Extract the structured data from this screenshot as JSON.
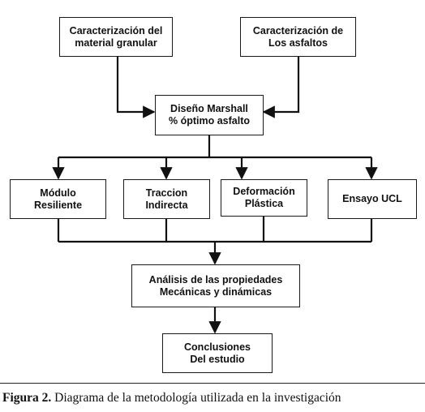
{
  "diagram": {
    "nodes": [
      {
        "id": "caract-material",
        "text": "Caracterización del\nmaterial granular"
      },
      {
        "id": "caract-asfaltos",
        "text": "Caracterización de\nLos asfaltos"
      },
      {
        "id": "diseno-marshall",
        "text": "Diseño Marshall\n% óptimo asfalto"
      },
      {
        "id": "modulo-resiliente",
        "text": "Módulo\nResiliente"
      },
      {
        "id": "traccion-indirecta",
        "text": "Traccion\nIndirecta"
      },
      {
        "id": "deformacion-plastica",
        "text": "Deformación\nPlástica"
      },
      {
        "id": "ensayo-ucl",
        "text": "Ensayo UCL"
      },
      {
        "id": "analisis-propiedades",
        "text": "Análisis de las propiedades\nMecánicas y dinámicas"
      },
      {
        "id": "conclusiones",
        "text": "Conclusiones\nDel estudio"
      }
    ]
  },
  "caption": {
    "label": "Figura 2.",
    "text": " Diagrama de la metodología utilizada en la investigación"
  }
}
